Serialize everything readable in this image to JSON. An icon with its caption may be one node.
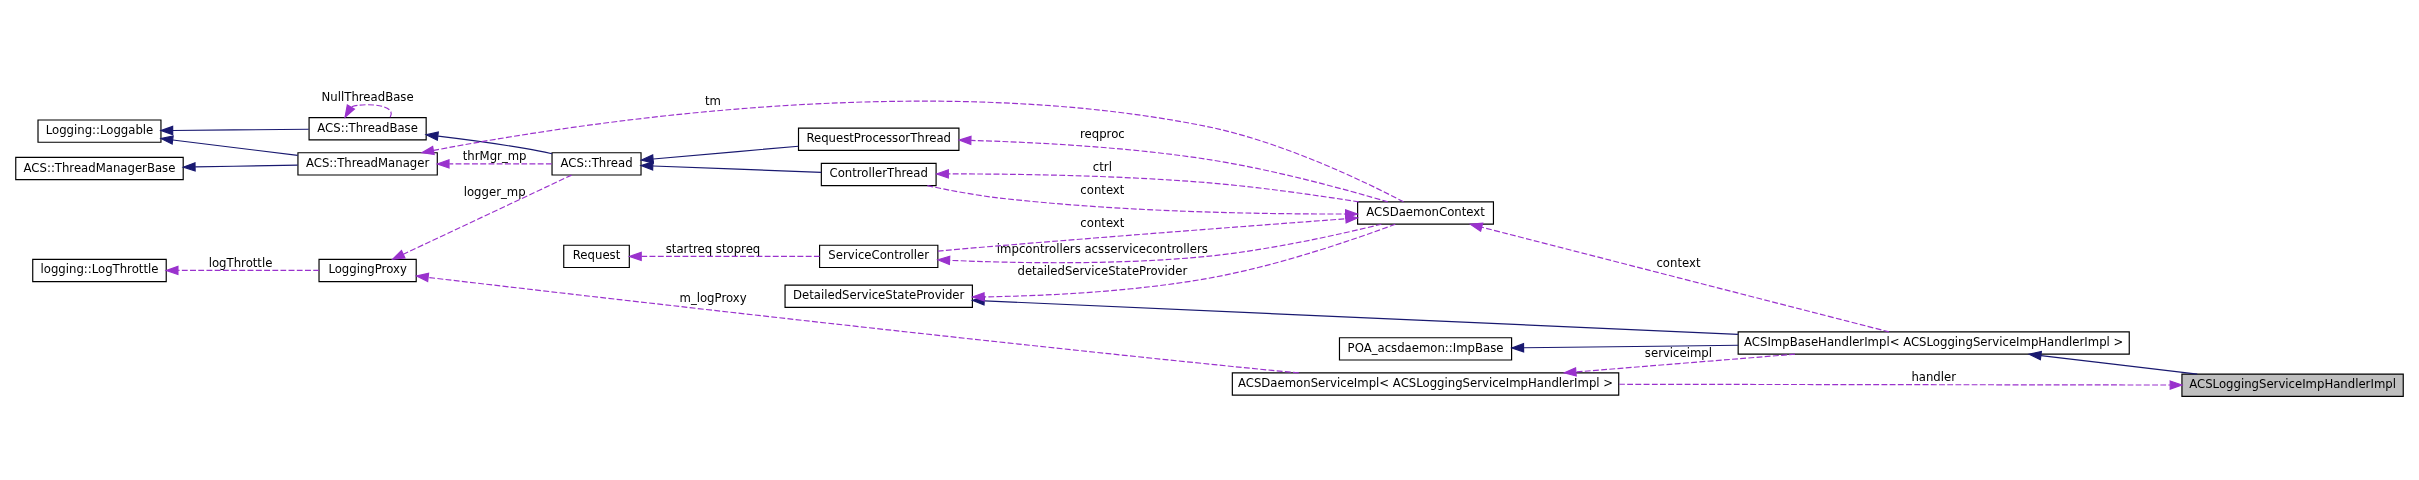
{
  "diagram": {
    "nodes": [
      {
        "text": [
          "ACSLoggingServiceImpHandlerImpl"
        ]
      },
      {
        "text": [
          "POA_acsdaemon::ImpBase"
        ]
      },
      {
        "text": [
          "ACSDaemonServiceImpl< ACSLoggingServiceImpHandlerImpl >"
        ]
      },
      {
        "text": [
          "ACSImpBaseHandlerImpl< ACSLoggingServiceImpHandlerImpl >"
        ]
      },
      {
        "text": [
          "logging::LogThrottle"
        ]
      },
      {
        "text": [
          "LoggingProxy"
        ]
      },
      {
        "text": [
          "DetailedServiceStateProvider"
        ]
      },
      {
        "text": [
          "Logging::Loggable"
        ]
      },
      {
        "text": [
          "ACS::ThreadBase"
        ]
      },
      {
        "text": [
          "ACS::Thread"
        ]
      },
      {
        "text": [
          "ACS::ThreadManagerBase"
        ]
      },
      {
        "text": [
          "ACS::ThreadManager"
        ]
      },
      {
        "text": [
          "RequestProcessorThread"
        ]
      },
      {
        "text": [
          "ACSDaemonContext"
        ]
      },
      {
        "text": [
          "ControllerThread"
        ]
      },
      {
        "text": [
          "ServiceController"
        ]
      },
      {
        "text": [
          "Request"
        ]
      }
    ],
    "edges": [
      {
        "from": 0,
        "to": 3,
        "arrow": "to",
        "color": "#191970"
      },
      {
        "from": 2,
        "to": 0,
        "arrow": "to",
        "style": "dashed",
        "label": "handler"
      },
      {
        "from": 3,
        "to": 1,
        "arrow": "to",
        "color": "#191970"
      },
      {
        "from": 3,
        "to": 2,
        "arrow": "to",
        "style": "dashed",
        "label": "serviceimpl"
      },
      {
        "from": 2,
        "to": 5,
        "arrow": "to",
        "style": "dashed",
        "label": "m_logProxy"
      },
      {
        "from": 5,
        "to": 4,
        "arrow": "to",
        "style": "dashed",
        "label": "logThrottle"
      },
      {
        "from": 3,
        "to": 6,
        "arrow": "to",
        "color": "#191970"
      },
      {
        "from": 9,
        "to": 5,
        "arrow": "to",
        "style": "dashed",
        "label": "logger_mp"
      },
      {
        "from": 8,
        "to": 8,
        "arrow": "to",
        "style": "dashed",
        "label": "NullThreadBase"
      },
      {
        "from": 8,
        "to": 7,
        "arrow": "to",
        "color": "#191970"
      },
      {
        "from": 9,
        "to": 8,
        "arrow": "to",
        "color": "#191970"
      },
      {
        "from": 11,
        "to": 7,
        "arrow": "to",
        "color": "#191970"
      },
      {
        "from": 11,
        "to": 10,
        "arrow": "to",
        "color": "#191970"
      },
      {
        "from": 9,
        "to": 11,
        "arrow": "to",
        "style": "dashed",
        "label": "thrMgr_mp"
      },
      {
        "from": 12,
        "to": 9,
        "arrow": "to",
        "color": "#191970"
      },
      {
        "from": 14,
        "to": 9,
        "arrow": "to",
        "color": "#191970"
      },
      {
        "from": 13,
        "to": 6,
        "arrow": "to",
        "style": "dashed",
        "label": "detailedServiceStateProvider"
      },
      {
        "from": 13,
        "to": 12,
        "arrow": "to",
        "style": "dashed",
        "label": "reqproc"
      },
      {
        "from": 13,
        "to": 11,
        "arrow": "to",
        "style": "dashed",
        "label": "tm"
      },
      {
        "from": 3,
        "to": 13,
        "arrow": "to",
        "style": "dashed",
        "label": "context"
      },
      {
        "from": 13,
        "to": 14,
        "arrow": "to",
        "style": "dashed",
        "label": "ctrl"
      },
      {
        "from": 14,
        "to": 13,
        "arrow": "to",
        "style": "dashed",
        "label": "context"
      },
      {
        "from": 13,
        "to": 15,
        "arrow": "to",
        "style": "dashed",
        "label": "impcontrollers acsservicecontrollers"
      },
      {
        "from": 15,
        "to": 13,
        "arrow": "to",
        "style": "dashed",
        "label": "context"
      },
      {
        "from": 15,
        "to": 16,
        "arrow": "to",
        "style": "dashed",
        "label": "startreq stopreq"
      }
    ]
  }
}
